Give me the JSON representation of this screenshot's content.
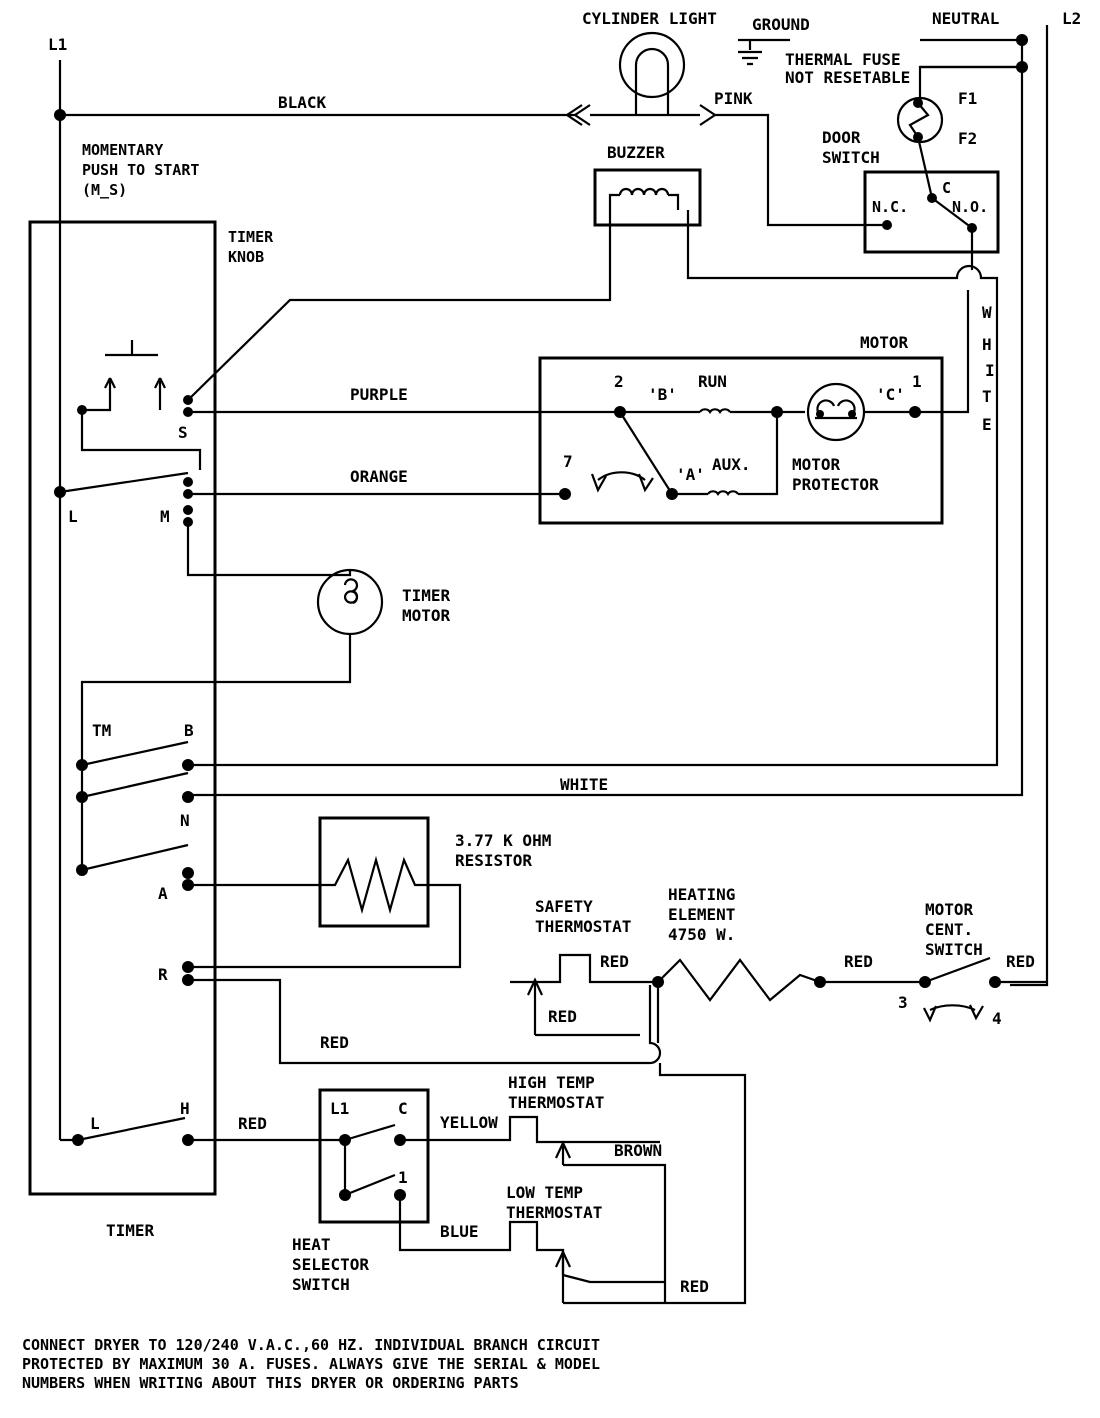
{
  "lines": {
    "l1": "L1",
    "l2": "L2",
    "neutral": "NEUTRAL",
    "ground": "GROUND"
  },
  "components": {
    "cylinder_light": "CYLINDER LIGHT",
    "thermal_fuse": [
      "THERMAL FUSE",
      "NOT RESETABLE"
    ],
    "fuse_f1": "F1",
    "fuse_f2": "F2",
    "door_switch": [
      "DOOR",
      "SWITCH"
    ],
    "door_nc": "N.C.",
    "door_c": "C",
    "door_no": "N.O.",
    "buzzer": "BUZZER",
    "momentary": [
      "MOMENTARY",
      "PUSH TO START",
      "(M_S)"
    ],
    "timer_knob": [
      "TIMER",
      "KNOB"
    ],
    "motor": "MOTOR",
    "motor_2": "2",
    "motor_b": "'B'",
    "motor_run": "RUN",
    "motor_c": "'C'",
    "motor_1": "1",
    "motor_7": "7",
    "motor_a": "'A'",
    "motor_aux": "AUX.",
    "motor_protector": [
      "MOTOR",
      "PROTECTOR"
    ],
    "timer_motor": [
      "TIMER",
      "MOTOR"
    ],
    "resistor": [
      "3.77 K OHM",
      "RESISTOR"
    ],
    "safety_thermostat": [
      "SAFETY",
      "THERMOSTAT"
    ],
    "heating_element": [
      "HEATING",
      "ELEMENT",
      "4750 W."
    ],
    "motor_cent_switch": [
      "MOTOR",
      "CENT.",
      "SWITCH"
    ],
    "cent_3": "3",
    "cent_4": "4",
    "high_temp": [
      "HIGH TEMP",
      "THERMOSTAT"
    ],
    "low_temp": [
      "LOW TEMP",
      "THERMOSTAT"
    ],
    "heat_selector": [
      "HEAT",
      "SELECTOR",
      "SWITCH"
    ],
    "hs_l1": "L1",
    "hs_c": "C",
    "hs_1": "1",
    "timer": "TIMER"
  },
  "terminals": {
    "s": "S",
    "l_top": "L",
    "m": "M",
    "tm": "TM",
    "b": "B",
    "n": "N",
    "a": "A",
    "r": "R",
    "l_bottom": "L",
    "h": "H"
  },
  "wires": {
    "black": "BLACK",
    "pink": "PINK",
    "purple": "PURPLE",
    "orange": "ORANGE",
    "white_main": "WHITE",
    "white_vertical": [
      "W",
      "H",
      "I",
      "T",
      "E"
    ],
    "red_safety": "RED",
    "red_safety_low": "RED",
    "red_element": "RED",
    "red_l2": "RED",
    "red_timer": "RED",
    "red_h": "RED",
    "yellow": "YELLOW",
    "brown": "BROWN",
    "blue": "BLUE",
    "red_low": "RED"
  },
  "note": [
    "CONNECT DRYER TO 120/240 V.A.C.,60 HZ. INDIVIDUAL BRANCH CIRCUIT",
    "PROTECTED BY MAXIMUM 30 A. FUSES. ALWAYS GIVE THE SERIAL & MODEL",
    "NUMBERS WHEN WRITING ABOUT THIS DRYER OR ORDERING PARTS"
  ]
}
